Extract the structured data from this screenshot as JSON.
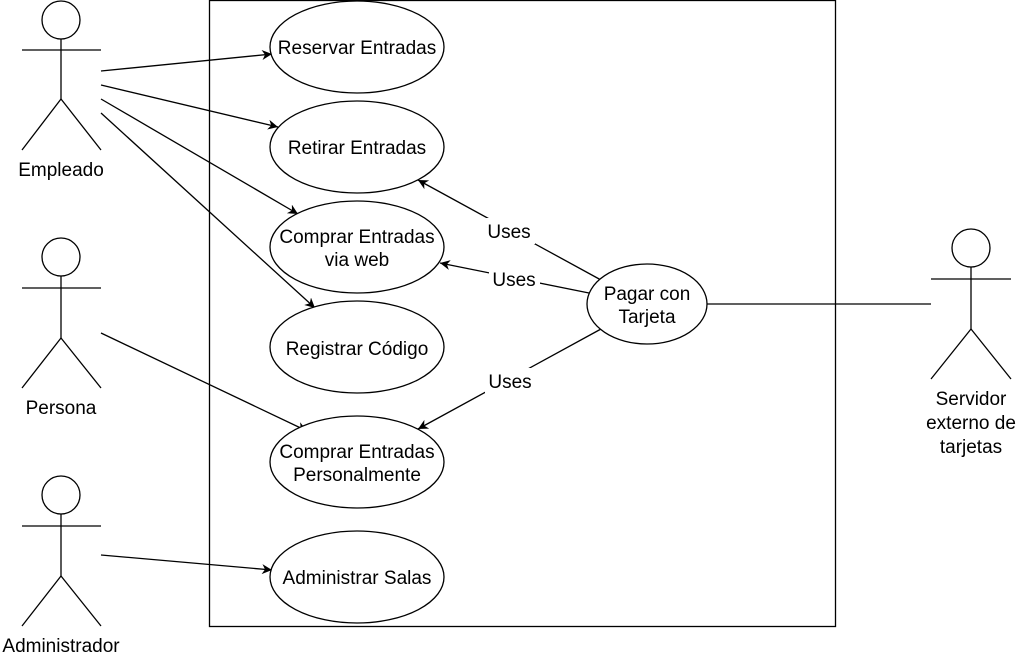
{
  "actors": {
    "empleado": "Empleado",
    "persona": "Persona",
    "administrador": "Administrador",
    "servidor": [
      "Servidor",
      "externo de",
      "tarjetas"
    ]
  },
  "use_cases": {
    "reservar": [
      "Reservar Entradas"
    ],
    "retirar": [
      "Retirar Entradas"
    ],
    "comprar_web": [
      "Comprar Entradas",
      "via web"
    ],
    "registrar": [
      "Registrar Código"
    ],
    "comprar_personal": [
      "Comprar Entradas",
      "Personalmente"
    ],
    "administrar": [
      "Administrar Salas"
    ],
    "pagar": [
      "Pagar con",
      "Tarjeta"
    ]
  },
  "relations": {
    "uses_retirar": "Uses",
    "uses_web": "Uses",
    "uses_personal": "Uses"
  }
}
